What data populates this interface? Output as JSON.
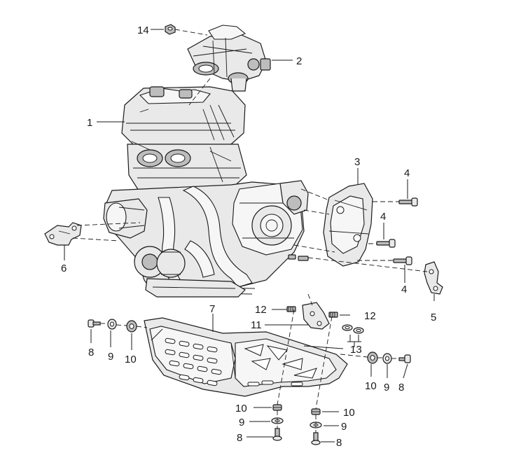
{
  "diagram": {
    "callouts": {
      "c1": "1",
      "c2": "2",
      "c3": "3",
      "c4a": "4",
      "c4b": "4",
      "c4c": "4",
      "c5": "5",
      "c6": "6",
      "c7": "7",
      "c8_left": "8",
      "c8_right": "8",
      "c8_bottom_left": "8",
      "c8_bottom_right": "8",
      "c9_left": "9",
      "c9_right": "9",
      "c9_bottom_left": "9",
      "c9_bottom_right": "9",
      "c10_left": "10",
      "c10_right": "10",
      "c10_bottom_left": "10",
      "c10_bottom_right": "10",
      "c11": "11",
      "c12_left": "12",
      "c12_right": "12",
      "c13": "13",
      "c14": "14"
    }
  }
}
